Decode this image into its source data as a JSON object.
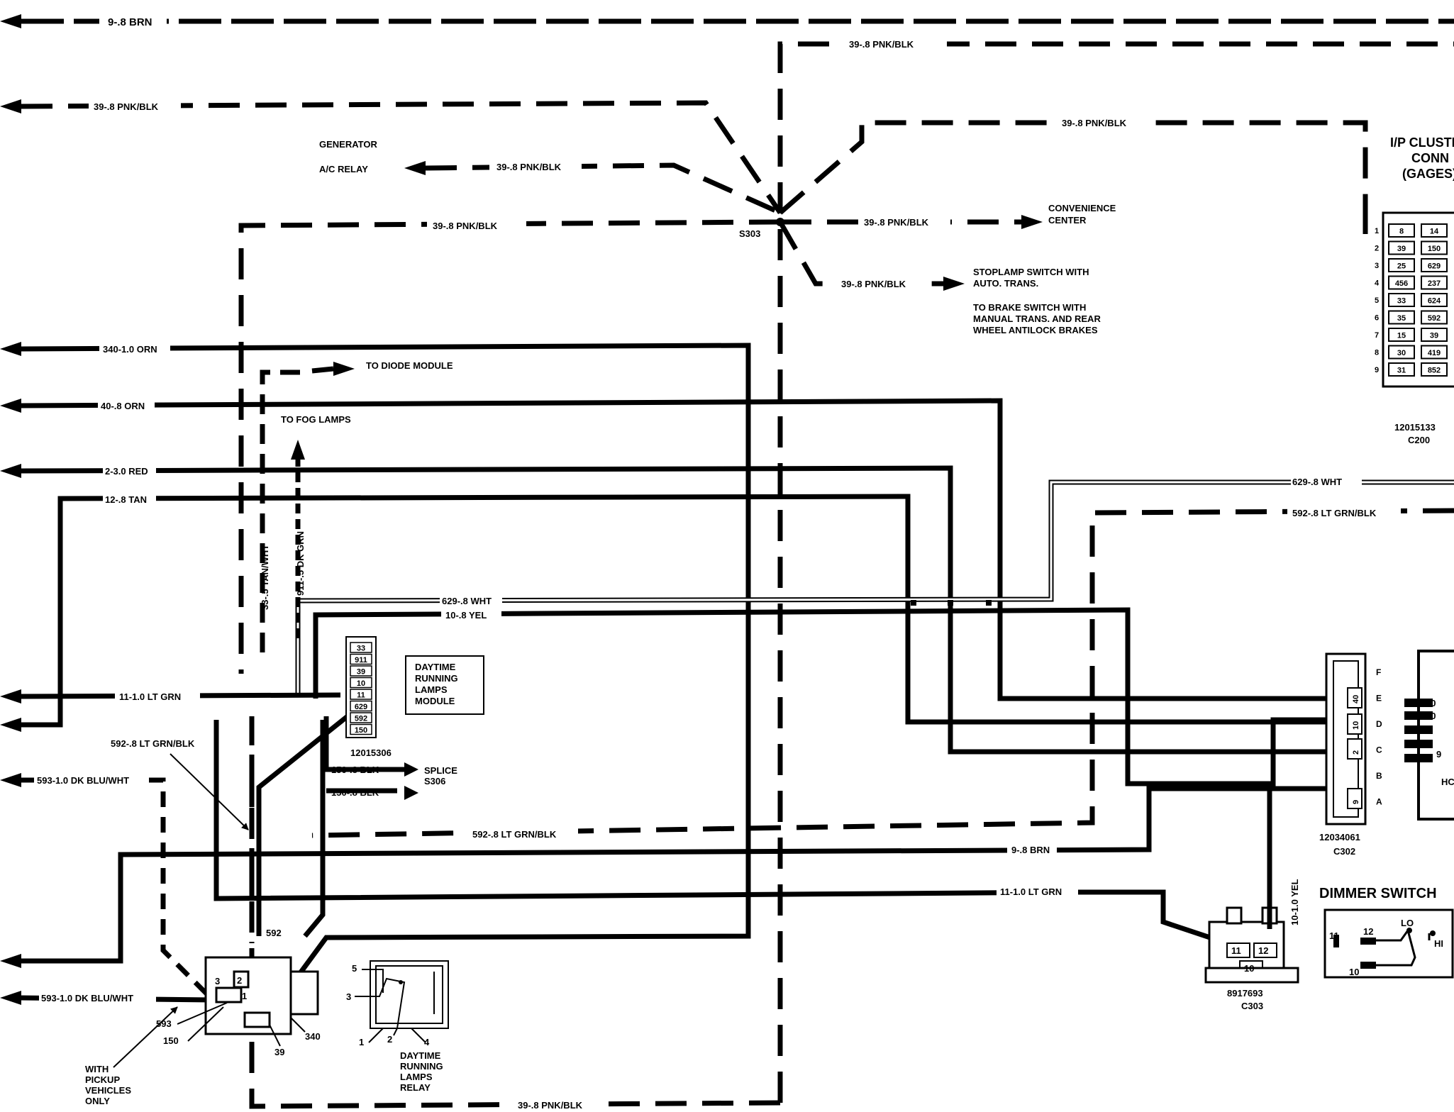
{
  "wires": {
    "brn_top": "9-.8 BRN",
    "pnk_blk_top": "39-.8 PNK/BLK",
    "pnk_blk_left": "39-.8 PNK/BLK",
    "pnk_blk_right": "39-.8 PNK/BLK",
    "pnk_blk_gen": "39-.8 PNK/BLK",
    "pnk_blk_mid": "39-.8 PNK/BLK",
    "pnk_blk_conv": "39-.8 PNK/BLK",
    "pnk_blk_stop": "39-.8 PNK/BLK",
    "pnk_blk_bottom": "39-.8 PNK/BLK",
    "orn_340": "340-1.0 ORN",
    "orn_40": "40-.8 ORN",
    "red_2": "2-3.0 RED",
    "tan_12": "12-.8 TAN",
    "wht_629_right": "629-.8 WHT",
    "wht_629_mid": "629-.8 WHT",
    "yel_10": "10-.8 YEL",
    "ltgrnblk_592_right": "592-.8 LT GRN/BLK",
    "ltgrnblk_592_bottom": "592-.8 LT GRN/BLK",
    "ltgrnblk_592_left": "592-.8 LT GRN/BLK",
    "ltgrn_11_left": "11-1.0 LT GRN",
    "ltgrn_11_bottom": "11-1.0 LT GRN",
    "dkbluwht_593_top": "593-1.0 DK BLU/WHT",
    "dkbluwht_593_bottom": "593-1.0 DK BLU/WHT",
    "brn_9_bottom": "9-.8 BRN",
    "tanwht_33": "33-.5 TAN/WHT",
    "dkgrn_911": "911-.5 DK GRN",
    "blk_150_a": "150-.8 BLK",
    "blk_150_b": "150-.8 BLK",
    "yel_10_vert": "10-1.0 YEL"
  },
  "labels": {
    "generator": "GENERATOR",
    "ac_relay": "A/C RELAY",
    "s303": "S303",
    "convenience_center": "CONVENIENCE\nCENTER",
    "stoplamp": "STOPLAMP SWITCH WITH",
    "stoplamp2": "AUTO. TRANS.",
    "brake1": "TO BRAKE SWITCH WITH",
    "brake2": "MANUAL TRANS. AND REAR",
    "brake3": "WHEEL ANTILOCK BRAKES",
    "to_diode": "TO DIODE MODULE",
    "to_fog": "TO FOG LAMPS",
    "splice": "SPLICE",
    "s306": "S306",
    "with_pickup": [
      "WITH",
      "PICKUP",
      "VEHICLES",
      "ONLY"
    ],
    "drl_module": [
      "DAYTIME",
      "RUNNING",
      "LAMPS",
      "MODULE"
    ],
    "drl_relay": [
      "DAYTIME",
      "RUNNING",
      "LAMPS",
      "RELAY"
    ],
    "dimmer_switch": "DIMMER SWITCH",
    "ip_cluster": [
      "I/P CLUSTE",
      "CONN",
      "(GAGES)"
    ]
  },
  "connectors": {
    "drl_module_part": "12015306",
    "drl_module_pins": [
      "33",
      "911",
      "39",
      "10",
      "11",
      "629",
      "592",
      "150"
    ],
    "c200_part": "12015133",
    "c200": "C200",
    "c200_rows": [
      [
        "8",
        "14"
      ],
      [
        "39",
        "150"
      ],
      [
        "25",
        "629"
      ],
      [
        "456",
        "237"
      ],
      [
        "33",
        "624"
      ],
      [
        "35",
        "592"
      ],
      [
        "15",
        "39"
      ],
      [
        "30",
        "419"
      ],
      [
        "31",
        "852"
      ]
    ],
    "c200_row_nums": [
      "1",
      "2",
      "3",
      "4",
      "5",
      "6",
      "7",
      "8",
      "9"
    ],
    "c302_part": "12034061",
    "c302": "C302",
    "c302_pins": [
      "F",
      "E",
      "D",
      "C",
      "B",
      "A"
    ],
    "c302_cavities": [
      "40",
      "10",
      "2",
      "9"
    ],
    "c303_part": "8917693",
    "c303": "C303",
    "c303_pins": [
      "11",
      "12",
      "10"
    ],
    "relay_pins": [
      "592",
      "2",
      "3",
      "1",
      "593",
      "150",
      "39",
      "340"
    ],
    "relay_symbol_pins": [
      "5",
      "3",
      "1",
      "2",
      "4"
    ],
    "dimmer_pins": [
      "11",
      "12",
      "LO",
      "HI",
      "10"
    ],
    "right_conn_pins": [
      "40",
      "10",
      "2",
      "9"
    ],
    "right_conn_label": "HC"
  }
}
